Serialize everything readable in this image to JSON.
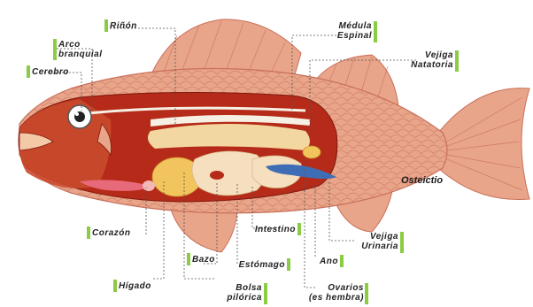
{
  "diagram": {
    "title": "Osteictio",
    "colors": {
      "body": "#e8a58a",
      "body_outline": "#c9705a",
      "cavity": "#b52a18",
      "liver": "#f2c45e",
      "stomach": "#f5dfbf",
      "bladder": "#3f6db5",
      "accent_bar": "#8ccc45"
    },
    "labels": {
      "rinon": "Riñón",
      "arco_l1": "Arco",
      "arco_l2": "branquial",
      "cerebro": "Cerebro",
      "medula_l1": "Médula",
      "medula_l2": "Espinal",
      "vejiga_nat_l1": "Vejiga",
      "vejiga_nat_l2": "Natatoria",
      "corazon": "Corazón",
      "higado": "Hígado",
      "bazo": "Bazo",
      "bolsa_l1": "Bolsa",
      "bolsa_l2": "pilórica",
      "intestino": "Intestino",
      "estomago": "Estómago",
      "ano": "Ano",
      "vejiga_uri_l1": "Vejiga",
      "vejiga_uri_l2": "Urinaria",
      "ovarios_l1": "Ovarios",
      "ovarios_l2": "(es hembra)"
    }
  }
}
